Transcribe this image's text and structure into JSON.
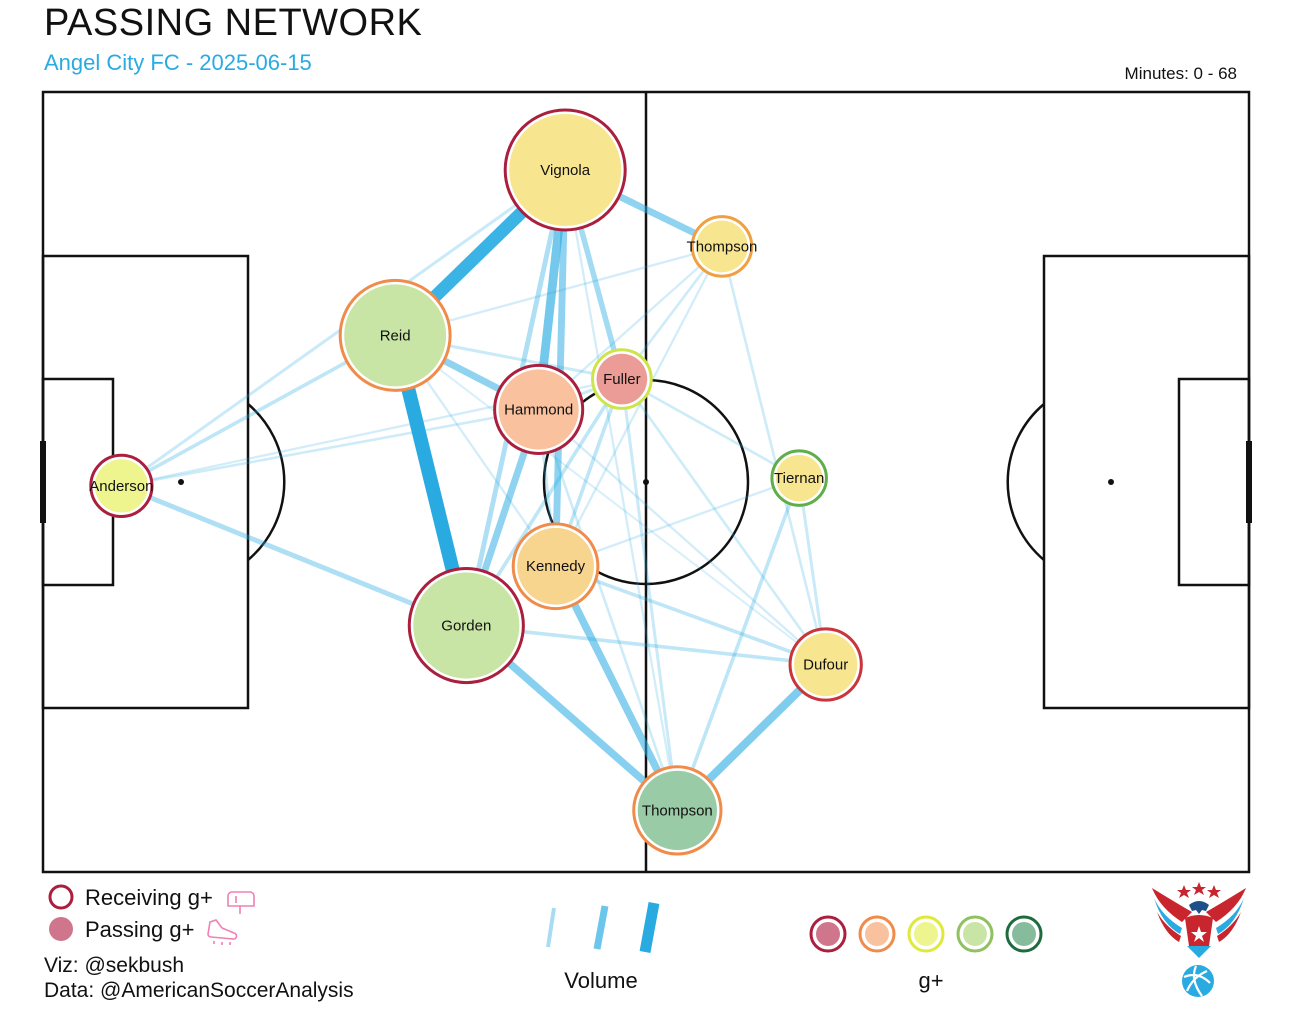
{
  "header": {
    "title": "PASSING NETWORK",
    "subtitle": "Angel City FC - 2025-06-15",
    "minutes": "Minutes: 0 - 68"
  },
  "colors": {
    "accent": "#29abe2",
    "pass_line": "#29abe2",
    "gplus_scale": [
      "#d0768c",
      "#f9c19d",
      "#eef58e",
      "#c9e5a5",
      "#86bb9b"
    ],
    "gplus_scale_border": [
      "#ab1f3e",
      "#f08b4a",
      "#dfe93a",
      "#8fc25e",
      "#1e6b3d"
    ]
  },
  "legend": {
    "receiving_label": "Receiving g+",
    "passing_label": "Passing g+",
    "volume_label": "Volume",
    "gplus_label": "g+"
  },
  "credits": {
    "viz": "Viz: @sekbush",
    "data": "Data: @AmericanSoccerAnalysis"
  },
  "icons": [
    "mailbox-icon",
    "cleat-icon",
    "eagle-logo-icon"
  ],
  "chart_data": {
    "type": "network",
    "team": "Angel City FC",
    "date": "2025-06-15",
    "minutes": [
      0,
      68
    ],
    "nodes": [
      {
        "id": "anderson",
        "name": "Anderson",
        "x": 6.5,
        "y": 50.5,
        "size": 0.3,
        "fill": "#eef58e",
        "border": "#ab1f3e"
      },
      {
        "id": "vignola",
        "name": "Vignola",
        "x": 43.3,
        "y": 10,
        "size": 1.0,
        "fill": "#f7e68f",
        "border": "#ab1f3e"
      },
      {
        "id": "thompson_top",
        "name": "Thompson",
        "x": 56.3,
        "y": 19.8,
        "size": 0.28,
        "fill": "#f7e68f",
        "border": "#f0a040"
      },
      {
        "id": "reid",
        "name": "Reid",
        "x": 29.2,
        "y": 31.2,
        "size": 0.88,
        "fill": "#c9e5a5",
        "border": "#f08b4a"
      },
      {
        "id": "fuller",
        "name": "Fuller",
        "x": 48,
        "y": 36.8,
        "size": 0.27,
        "fill": "#ec9c97",
        "border": "#cfe44a"
      },
      {
        "id": "hammond",
        "name": "Hammond",
        "x": 41.1,
        "y": 40.7,
        "size": 0.62,
        "fill": "#f9c19d",
        "border": "#ab1f3e"
      },
      {
        "id": "tiernan",
        "name": "Tiernan",
        "x": 62.7,
        "y": 49.5,
        "size": 0.22,
        "fill": "#f7e68f",
        "border": "#5fae4a"
      },
      {
        "id": "kennedy",
        "name": "Kennedy",
        "x": 42.5,
        "y": 60.8,
        "size": 0.58,
        "fill": "#f7d58f",
        "border": "#f08b4a"
      },
      {
        "id": "gorden",
        "name": "Gorden",
        "x": 35.1,
        "y": 68.4,
        "size": 0.93,
        "fill": "#c9e5a5",
        "border": "#ab1f3e"
      },
      {
        "id": "dufour",
        "name": "Dufour",
        "x": 64.9,
        "y": 73.4,
        "size": 0.42,
        "fill": "#f7e68f",
        "border": "#c8363c"
      },
      {
        "id": "thompson_bottom",
        "name": "Thompson",
        "x": 52.6,
        "y": 92.1,
        "size": 0.61,
        "fill": "#99cca6",
        "border": "#f08b4a"
      }
    ],
    "edges": [
      {
        "from": "reid",
        "to": "gorden",
        "volume": 1.0
      },
      {
        "from": "vignola",
        "to": "reid",
        "volume": 0.9
      },
      {
        "from": "vignola",
        "to": "hammond",
        "volume": 0.6
      },
      {
        "from": "vignola",
        "to": "kennedy",
        "volume": 0.45
      },
      {
        "from": "vignola",
        "to": "thompson_top",
        "volume": 0.45
      },
      {
        "from": "vignola",
        "to": "fuller",
        "volume": 0.35
      },
      {
        "from": "vignola",
        "to": "gorden",
        "volume": 0.3
      },
      {
        "from": "reid",
        "to": "hammond",
        "volume": 0.45
      },
      {
        "from": "hammond",
        "to": "gorden",
        "volume": 0.45
      },
      {
        "from": "kennedy",
        "to": "thompson_bottom",
        "volume": 0.5
      },
      {
        "from": "gorden",
        "to": "thompson_bottom",
        "volume": 0.5
      },
      {
        "from": "dufour",
        "to": "thompson_bottom",
        "volume": 0.55
      },
      {
        "from": "anderson",
        "to": "gorden",
        "volume": 0.3
      },
      {
        "from": "anderson",
        "to": "reid",
        "volume": 0.2
      },
      {
        "from": "anderson",
        "to": "vignola",
        "volume": 0.15
      },
      {
        "from": "anderson",
        "to": "hammond",
        "volume": 0.12
      },
      {
        "from": "anderson",
        "to": "fuller",
        "volume": 0.1
      },
      {
        "from": "reid",
        "to": "fuller",
        "volume": 0.15
      },
      {
        "from": "reid",
        "to": "kennedy",
        "volume": 0.1
      },
      {
        "from": "gorden",
        "to": "dufour",
        "volume": 0.2
      },
      {
        "from": "gorden",
        "to": "fuller",
        "volume": 0.2
      },
      {
        "from": "kennedy",
        "to": "dufour",
        "volume": 0.2
      },
      {
        "from": "kennedy",
        "to": "fuller",
        "volume": 0.2
      },
      {
        "from": "hammond",
        "to": "fuller",
        "volume": 0.15
      },
      {
        "from": "hammond",
        "to": "kennedy",
        "volume": 0.15
      },
      {
        "from": "fuller",
        "to": "thompson_bottom",
        "volume": 0.15
      },
      {
        "from": "fuller",
        "to": "dufour",
        "volume": 0.12
      },
      {
        "from": "fuller",
        "to": "tiernan",
        "volume": 0.12
      },
      {
        "from": "thompson_top",
        "to": "dufour",
        "volume": 0.12
      },
      {
        "from": "thompson_top",
        "to": "fuller",
        "volume": 0.12
      },
      {
        "from": "thompson_top",
        "to": "hammond",
        "volume": 0.1
      },
      {
        "from": "thompson_top",
        "to": "kennedy",
        "volume": 0.1
      },
      {
        "from": "tiernan",
        "to": "thompson_bottom",
        "volume": 0.2
      },
      {
        "from": "tiernan",
        "to": "dufour",
        "volume": 0.15
      },
      {
        "from": "tiernan",
        "to": "kennedy",
        "volume": 0.1
      },
      {
        "from": "hammond",
        "to": "thompson_bottom",
        "volume": 0.12
      },
      {
        "from": "hammond",
        "to": "dufour",
        "volume": 0.1
      },
      {
        "from": "vignola",
        "to": "thompson_bottom",
        "volume": 0.1
      },
      {
        "from": "reid",
        "to": "thompson_top",
        "volume": 0.1
      },
      {
        "from": "reid",
        "to": "dufour",
        "volume": 0.08
      }
    ]
  }
}
